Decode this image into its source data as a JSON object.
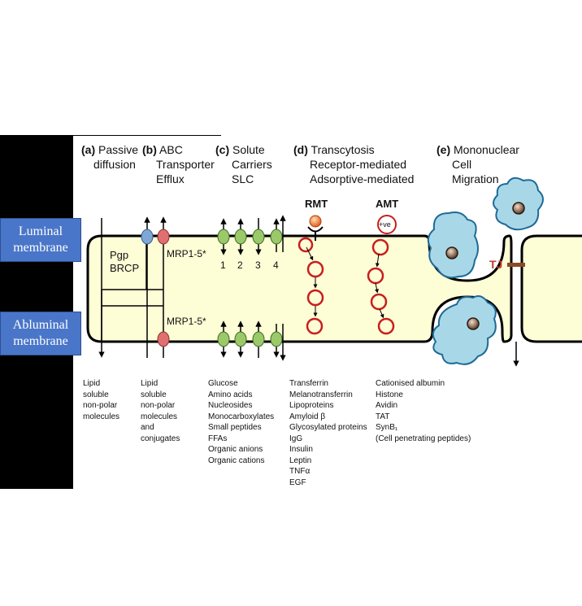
{
  "membrane_labels": {
    "luminal": [
      "Luminal",
      "membrane"
    ],
    "abluminal": [
      "Abluminal",
      "membrane"
    ]
  },
  "headers": {
    "a": {
      "letter": "(a)",
      "lines": [
        "Passive",
        "diffusion"
      ]
    },
    "b": {
      "letter": "(b)",
      "lines": [
        "ABC",
        "Transporter",
        "Efflux"
      ]
    },
    "c": {
      "letter": "(c)",
      "lines": [
        "Solute",
        "Carriers",
        "SLC"
      ]
    },
    "d": {
      "letter": "(d)",
      "lines": [
        "Transcytosis",
        "Receptor-mediated",
        "Adsorptive-mediated"
      ]
    },
    "e": {
      "letter": "(e)",
      "lines": [
        "Mononuclear",
        "Cell",
        "Migration"
      ]
    }
  },
  "labels": {
    "pgp": "Pgp",
    "brcp": "BRCP",
    "mrp_top": "MRP1-5*",
    "mrp_bottom": "MRP1-5*",
    "carrier_numbers": [
      "1",
      "2",
      "3",
      "4"
    ],
    "rmt": "RMT",
    "amt": "AMT",
    "positive_charge": "+ve",
    "tj": "TJ"
  },
  "lists": {
    "passive": [
      "Lipid",
      "soluble",
      "non-polar",
      "molecules"
    ],
    "abc": [
      "Lipid",
      "soluble",
      "non-polar",
      "molecules",
      "and",
      "conjugates"
    ],
    "slc": [
      "Glucose",
      "Amino acids",
      "Nucleosides",
      "Monocarboxylates",
      "Small peptides",
      "FFAs",
      "Organic anions",
      "Organic cations"
    ],
    "rmt": [
      "Transferrin",
      "Melanotransferrin",
      "Lipoproteins",
      "Amyloid β",
      "Glycosylated proteins",
      "IgG",
      "Insulin",
      "Leptin",
      "TNFα",
      "EGF"
    ],
    "amt": [
      "Cationised albumin",
      "Histone",
      "Avidin",
      "TAT",
      "SynB₁",
      "(Cell penetrating peptides)"
    ]
  },
  "colors": {
    "cell_fill": "#fdfdd6",
    "membrane_label_bg": "#4a76c9",
    "vesicle": "#c81e1e",
    "carrier_green": "#9bc96a",
    "pgp_blue": "#7fa7d6",
    "mrp_red": "#e07070",
    "tj_brown": "#8a4a24",
    "tj_text": "#c0392b",
    "leukocyte": "#a8d8e8"
  }
}
